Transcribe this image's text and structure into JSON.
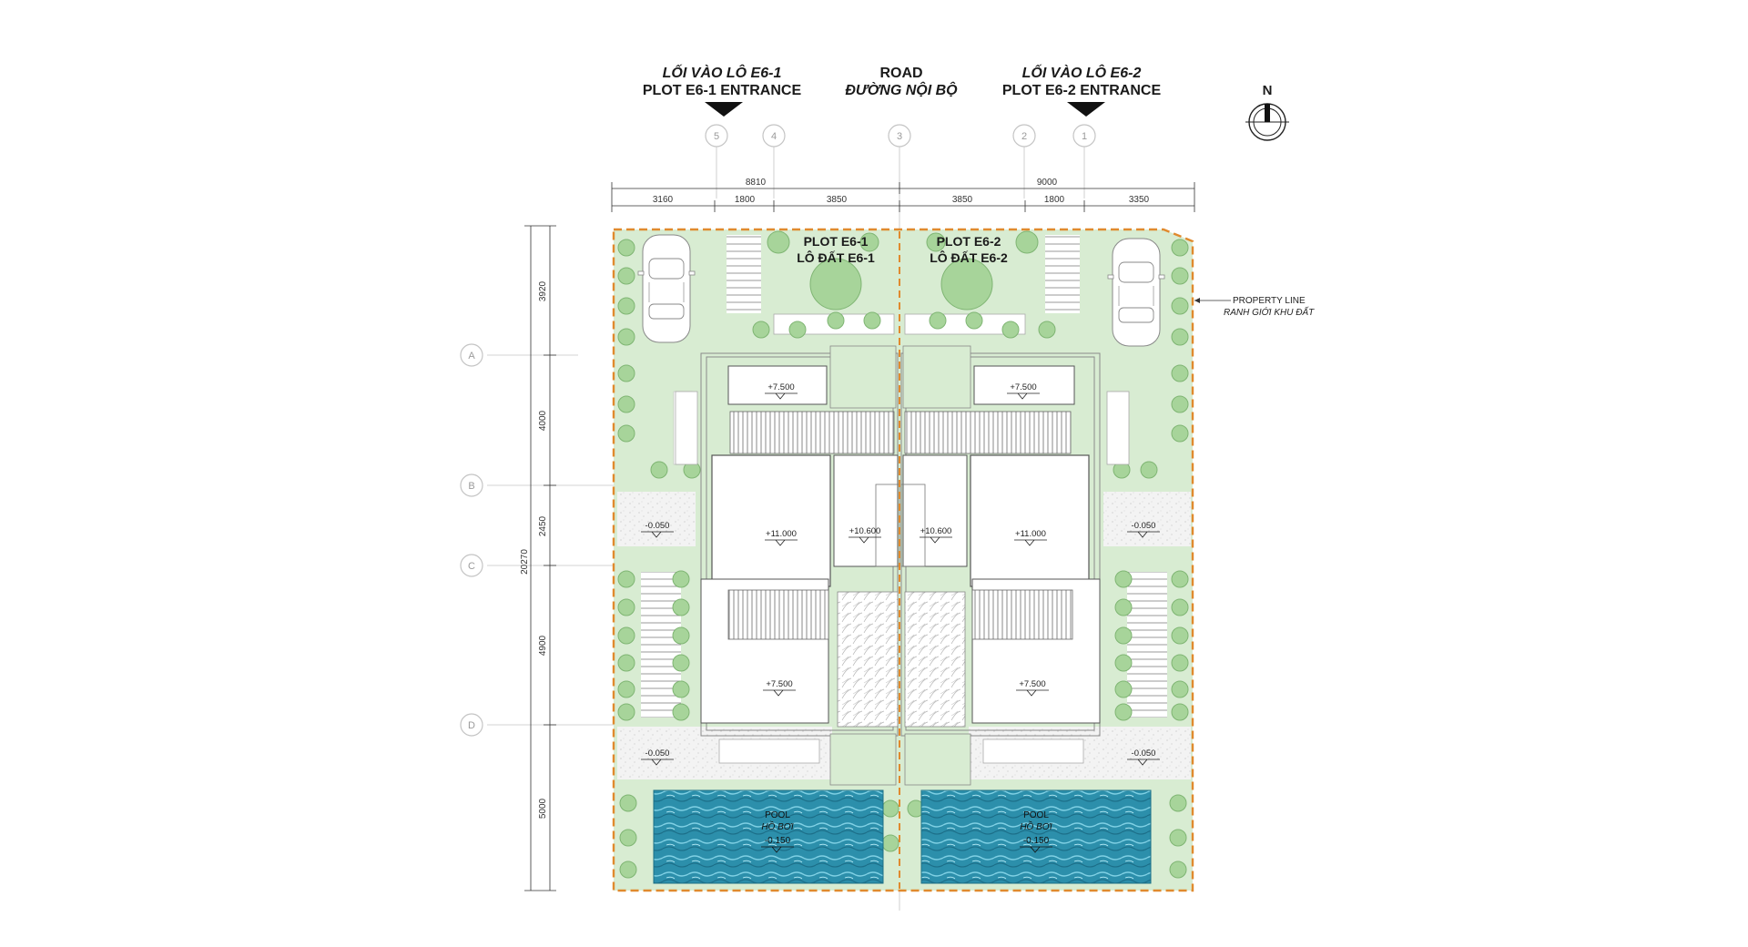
{
  "entrances": {
    "left": {
      "vn": "LỐI VÀO LÔ E6-1",
      "en": "PLOT E6-1 ENTRANCE"
    },
    "right": {
      "vn": "LỐI VÀO LÔ E6-2",
      "en": "PLOT E6-2 ENTRANCE"
    }
  },
  "road": {
    "en": "ROAD",
    "vn": "ĐƯỜNG NỘI BỘ"
  },
  "north": "N",
  "grid_columns": [
    "5",
    "4",
    "3",
    "2",
    "1"
  ],
  "grid_rows": [
    "A",
    "B",
    "C",
    "D"
  ],
  "dimensions": {
    "top_total": [
      "8810",
      "9000"
    ],
    "top_parts": [
      "3160",
      "1800",
      "3850",
      "3850",
      "1800",
      "3350"
    ],
    "left_total": "20270",
    "left_parts": [
      "3920",
      "4000",
      "2450",
      "4900",
      "5000"
    ]
  },
  "plots": {
    "left": {
      "en": "PLOT E6-1",
      "vn": "LÔ ĐẤT E6-1"
    },
    "right": {
      "en": "PLOT E6-2",
      "vn": "LÔ ĐẤT E6-2"
    }
  },
  "property_line": {
    "en": "PROPERTY LINE",
    "vn": "RANH GIỚI KHU ĐẤT"
  },
  "levels": {
    "top_roof_left": "+7.500",
    "top_roof_right": "+7.500",
    "main_roof_left": "+11.000",
    "main_roof_right": "+11.000",
    "stair_left": "+10.600",
    "stair_right": "+10.600",
    "ground_mid_left": "-0.050",
    "ground_mid_right": "-0.050",
    "bottom_roof_left": "+7.500",
    "bottom_roof_right": "+7.500",
    "ground_low_left": "-0.050",
    "ground_low_right": "-0.050"
  },
  "pools": {
    "left": {
      "en": "POOL",
      "vn": "HỒ BƠI",
      "level": "-0.150"
    },
    "right": {
      "en": "POOL",
      "vn": "HỒ BƠI",
      "level": "-0.150"
    }
  },
  "colors": {
    "lawn": "#d8ecd2",
    "tree_fill": "#a7d49a",
    "tree_stroke": "#7fb573",
    "pool": "#2c8fab",
    "property_line": "#e08a2e",
    "roof": "#ffffff",
    "gray_line": "#9a9a9a"
  }
}
